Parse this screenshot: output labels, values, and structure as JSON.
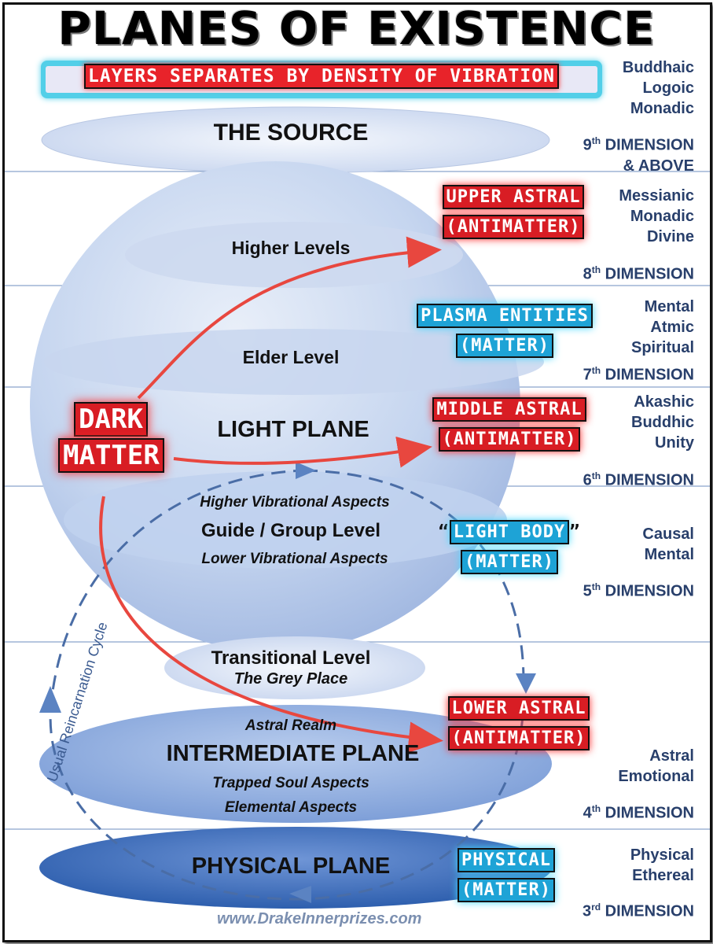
{
  "title": "PLANES OF EXISTENCE",
  "subtitle": "LAYERS SEPARATES BY DENSITY OF VIBRATION",
  "levels": {
    "source": "THE SOURCE",
    "higher": "Higher Levels",
    "elder": "Elder Level",
    "light": "LIGHT PLANE",
    "higher_vib": "Higher Vibrational Aspects",
    "guide": "Guide / Group Level",
    "lower_vib": "Lower Vibrational Aspects",
    "transitional": "Transitional Level",
    "grey": "The Grey Place",
    "astral_realm": "Astral Realm",
    "intermediate": "INTERMEDIATE PLANE",
    "trapped": "Trapped Soul Aspects",
    "elemental": "Elemental Aspects",
    "physical": "PHYSICAL PLANE"
  },
  "dark_matter": [
    "DARK",
    "MATTER"
  ],
  "tags": {
    "upper_astral": [
      "UPPER ASTRAL",
      "(ANTIMATTER)"
    ],
    "plasma": [
      "PLASMA ENTITIES",
      "(MATTER)"
    ],
    "middle_astral": [
      "MIDDLE ASTRAL",
      "(ANTIMATTER)"
    ],
    "light_body": [
      "“",
      "LIGHT BODY",
      "”",
      "(MATTER)"
    ],
    "lower_astral": [
      "LOWER ASTRAL",
      "(ANTIMATTER)"
    ],
    "physical": [
      "PHYSICAL",
      "(MATTER)"
    ]
  },
  "right_column": {
    "d9_terms": [
      "Buddhaic",
      "Logoic",
      "Monadic"
    ],
    "d9": [
      "9",
      "th",
      " DIMENSION",
      "& ABOVE"
    ],
    "d8_terms": [
      "Messianic",
      "Monadic",
      "Divine"
    ],
    "d8": [
      "8",
      "th",
      " DIMENSION"
    ],
    "d7_terms": [
      "Mental",
      "Atmic",
      "Spiritual"
    ],
    "d7": [
      "7",
      "th",
      " DIMENSION"
    ],
    "d6_terms": [
      "Akashic",
      "Buddhic",
      "Unity"
    ],
    "d6": [
      "6",
      "th",
      " DIMENSION"
    ],
    "d5_terms": [
      "Causal",
      "Mental"
    ],
    "d5": [
      "5",
      "th",
      " DIMENSION"
    ],
    "d4_terms": [
      "Astral",
      "Emotional"
    ],
    "d4": [
      "4",
      "th",
      " DIMENSION"
    ],
    "d3_terms": [
      "Physical",
      "Ethereal"
    ],
    "d3": [
      "3",
      "rd",
      " DIMENSION"
    ]
  },
  "cycle_label": "Usual Reincarnation Cycle",
  "credit": "www.DrakeInnerprizes.com",
  "colors": {
    "red": "#d81d24",
    "cyan": "#1ea3d6",
    "dim_text": "#283f6b",
    "arrow": "#e8473f"
  }
}
